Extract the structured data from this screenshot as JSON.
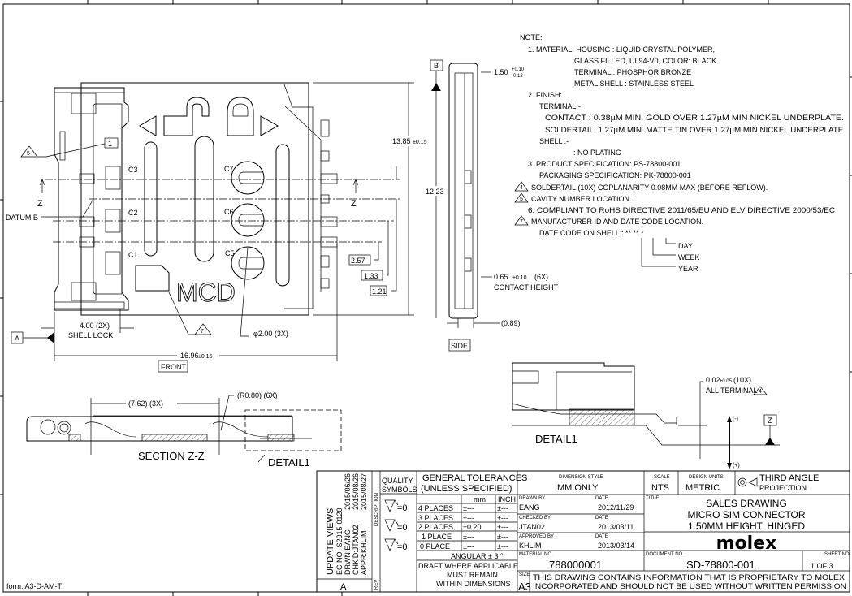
{
  "sheet": {
    "footer_fragment": "form: A3-D-AM-T"
  },
  "notes": {
    "header": "NOTE:",
    "lines": [
      "1. MATERIAL: HOUSING   : LIQUID CRYSTAL POLYMER,",
      "GLASS FILLED, UL94-V0, COLOR: BLACK",
      "TERMINAL : PHOSPHOR BRONZE",
      "METAL SHELL : STAINLESS STEEL",
      "2. FINISH:",
      "TERMINAL:-",
      "CONTACT    : 0.38µM MIN. GOLD OVER 1.27µM MIN NICKEL UNDERPLATE.",
      "SOLDERTAIL: 1.27µM MIN. MATTE TIN OVER 1.27µM MIN NICKEL UNDERPLATE.",
      "SHELL :-",
      ": NO PLATING",
      "3. PRODUCT SPECIFICATION: PS-78800-001",
      "PACKAGING SPECIFICATION: PK-78800-001",
      "SOLDERTAIL (10X) COPLANARITY 0.08MM MAX (BEFORE REFLOW).",
      "CAVITY NUMBER LOCATION.",
      "6. COMPLIANT TO RoHS DIRECTIVE 2011/65/EU AND ELV DIRECTIVE 2000/53/EC",
      "MANUFACTURER ID AND DATE CODE LOCATION.",
      "DATE CODE ON SHELL :  ** ** *"
    ],
    "flag_numbers": [
      "4",
      "5",
      "7"
    ],
    "date_code_legend": [
      "DAY",
      "WEEK",
      "YEAR"
    ]
  },
  "front_view": {
    "label": "FRONT",
    "cavity_labels": [
      "C3",
      "C2",
      "C1",
      "C7",
      "C6",
      "C5"
    ],
    "marking": "MCD",
    "datum_a": "A",
    "datum_b": "DATUM B",
    "section_marker": "Z",
    "flag_5": "5",
    "flag_7": "7",
    "dim_height": "13.85",
    "dim_height_tol": "±0.15",
    "dim_width": "16.96",
    "dim_width_tol": "±0.15",
    "shell_lock_dim": "4.00  (2X)",
    "shell_lock_label": "SHELL LOCK",
    "hole_dim": "φ2.00  (3X)",
    "boxed_dims": [
      "2.57",
      "1.33",
      "1.21"
    ],
    "cavity_mark": "1"
  },
  "side_view": {
    "label": "SIDE",
    "datum_b": "B",
    "dim_height": "1.50",
    "dim_height_tol_plus": "+0.10",
    "dim_height_tol_minus": "-0.12",
    "dim_length": "12.23",
    "contact_dim": "0.65",
    "contact_tol": "±0.10",
    "contact_count": "(6X)",
    "contact_label": "CONTACT HEIGHT",
    "dim_089": "(0.89)"
  },
  "section_view": {
    "label": "SECTION  Z-Z",
    "pitch_dim": "(7.62)  (3X)",
    "radius_dim": "(R0.80)  (6X)",
    "detail_callout": "DETAIL1"
  },
  "detail_view": {
    "label": "DETAIL1",
    "coplanarity_dim": "0.02",
    "coplanarity_tol": "±0.05",
    "coplanarity_count": "(10X)",
    "all_terminal": "ALL  TERMINAL",
    "flag_4": "4",
    "minus": "(-)",
    "plus": "(+)",
    "datum_z": "Z"
  },
  "title_block": {
    "revision": {
      "description": [
        "UPDATE VIEWS",
        "EC NO: S2015-0120",
        "DRWN:EANG",
        "CHK'D:JTAN02",
        "APPR:KHLIM"
      ],
      "dates": [
        "2015/06/26",
        "2015/08/26",
        "2015/08/27"
      ],
      "description_header": "DESCRIPTION",
      "rev": "A",
      "rev_header": "REV"
    },
    "quality_symbols_header": [
      "QUALITY",
      "SYMBOLS"
    ],
    "quality_symbols": [
      "=0",
      "=0",
      "=0"
    ],
    "tolerances": {
      "header": [
        "GENERAL TOLERANCES",
        "(UNLESS SPECIFIED)"
      ],
      "col_mm": "mm",
      "col_inch": "INCH",
      "rows": [
        {
          "label": "4 PLACES",
          "mm": "±---",
          "inch": "±---"
        },
        {
          "label": "3 PLACES",
          "mm": "±---",
          "inch": "±---"
        },
        {
          "label": "2 PLACES",
          "mm": "±0.20",
          "inch": "±---"
        },
        {
          "label": "1 PLACE",
          "mm": "±---",
          "inch": "±---"
        },
        {
          "label": "0 PLACE",
          "mm": "±---",
          "inch": "±---"
        }
      ],
      "angular": "ANGULAR ± 3 °",
      "draft": [
        "DRAFT WHERE APPLICABLE",
        "MUST REMAIN",
        "WITHIN DIMENSIONS"
      ]
    },
    "dimension_style_label": "DIMENSION STYLE",
    "dimension_style": "MM ONLY",
    "scale_label": "SCALE",
    "scale": "NTS",
    "design_units_label": "DESIGN UNITS",
    "design_units": "METRIC",
    "projection": [
      "THIRD ANGLE",
      "PROJECTION"
    ],
    "drawn_by_label": "DRAWN BY",
    "drawn_by": "EANG",
    "drawn_date": "2012/11/29",
    "checked_by_label": "CHECKED BY",
    "checked_by": "JTAN02",
    "checked_date": "2013/03/11",
    "approved_by_label": "APPROVED BY",
    "approved_by": "KHLIM",
    "approved_date": "2013/03/14",
    "date_label": "DATE",
    "title_label": "TITLE",
    "title_lines": [
      "SALES DRAWING",
      "MICRO SIM CONNECTOR",
      "1.50MM HEIGHT, HINGED"
    ],
    "logo": "molex",
    "material_no_label": "MATERIAL NO.",
    "material_no": "788000001",
    "document_no_label": "DOCUMENT NO.",
    "document_no": "SD-78800-001",
    "sheet_no_label": "SHEET NO.",
    "sheet_no": "1  OF  3",
    "size_label": "SIZE",
    "size": "A3",
    "proprietary": [
      "THIS DRAWING CONTAINS INFORMATION THAT IS PROPRIETARY TO MOLEX",
      "INCORPORATED AND SHOULD NOT BE USED WITHOUT WRITTEN PERMISSION"
    ]
  }
}
